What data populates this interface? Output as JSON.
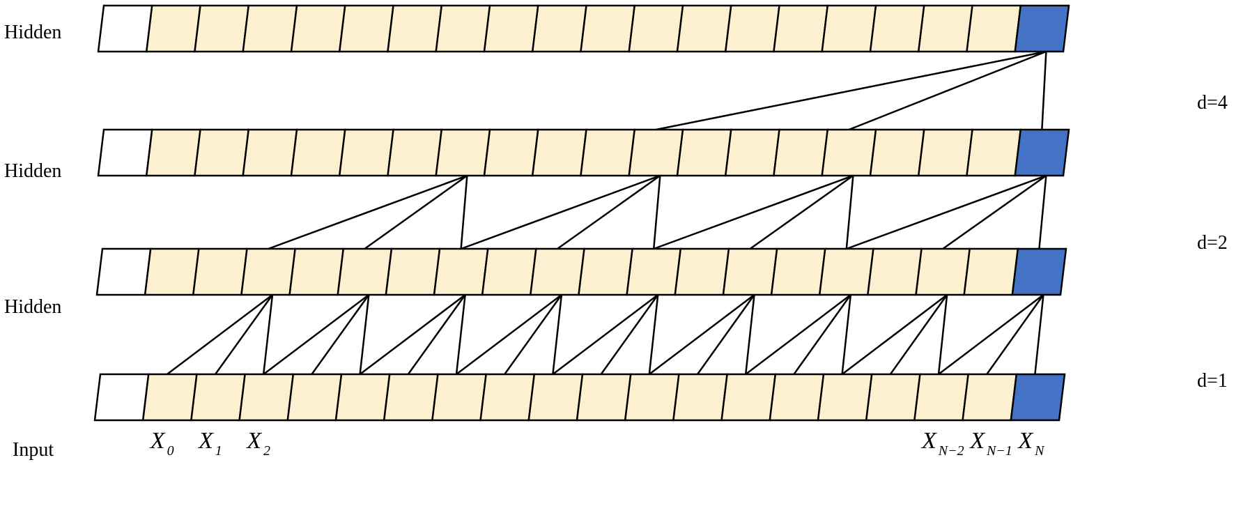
{
  "colors": {
    "empty": "#ffffff",
    "hidden_cell": "#fcf0d0",
    "output_cell": "#4472c4",
    "stroke": "#000000"
  },
  "cells_per_row": 20,
  "layers": [
    {
      "label": "Hidden"
    },
    {
      "label": "Hidden"
    },
    {
      "label": "Hidden"
    },
    {
      "label": "Input"
    }
  ],
  "dilations": [
    {
      "label": "d=4",
      "value": 4
    },
    {
      "label": "d=2",
      "value": 2
    },
    {
      "label": "d=1",
      "value": 1
    }
  ],
  "input_labels": [
    {
      "base": "X",
      "sub": "0",
      "cell": 1
    },
    {
      "base": "X",
      "sub": "1",
      "cell": 2
    },
    {
      "base": "X",
      "sub": "2",
      "cell": 3
    },
    {
      "base": "X",
      "sub": "N−2",
      "cell": 17
    },
    {
      "base": "X",
      "sub": "N−1",
      "cell": 18
    },
    {
      "base": "X",
      "sub": "N",
      "cell": 19
    }
  ]
}
